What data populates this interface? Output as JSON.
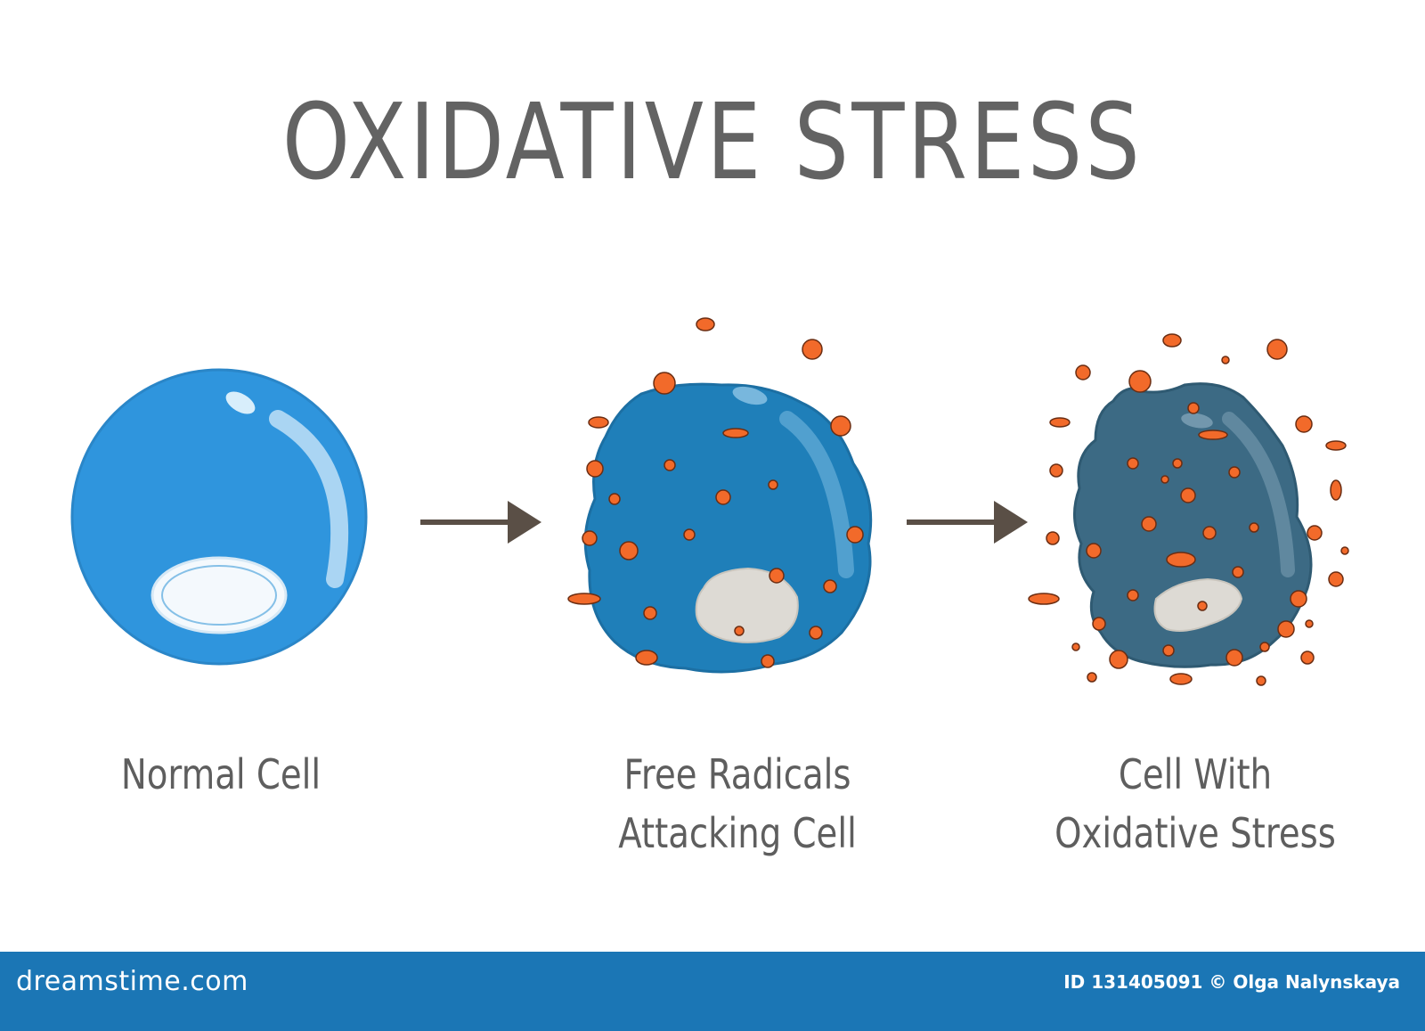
{
  "title": "OXIDATIVE STRESS",
  "stages": [
    {
      "label_lines": [
        "Normal Cell"
      ]
    },
    {
      "label_lines": [
        "Free Radicals",
        "Attacking Cell"
      ]
    },
    {
      "label_lines": [
        "Cell With",
        "Oxidative Stress"
      ]
    }
  ],
  "footer": {
    "logo": "dreamstime.com",
    "credit": "ID 131405091 © Olga Nalynskaya"
  },
  "colors": {
    "normal_cell": "#2f95dd",
    "attacked_cell": "#1f7fb9",
    "stressed_cell": "#3c6a84",
    "free_radical": "#f26a2a",
    "nucleus": "#dddad4",
    "arrow": "#5a4f46",
    "footer_bar": "#1b76b5"
  },
  "icons": [
    "cell",
    "nucleus",
    "free-radical",
    "arrow-right"
  ]
}
